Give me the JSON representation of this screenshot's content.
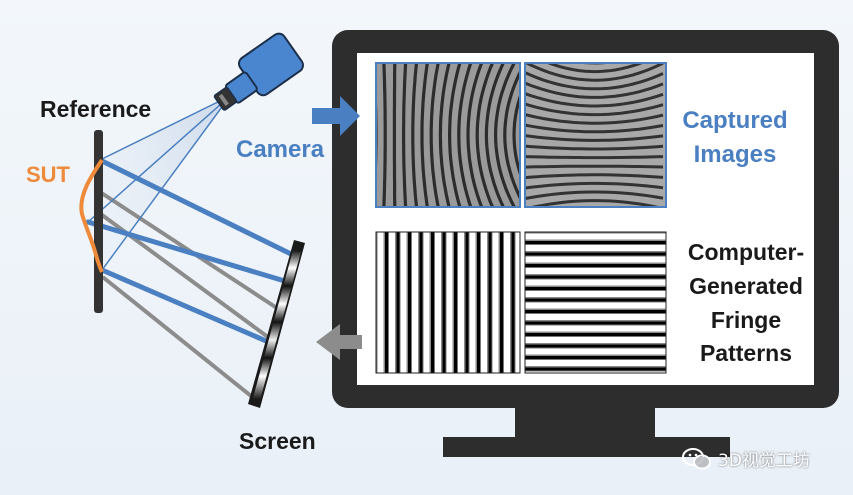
{
  "labels": {
    "reference": "Reference",
    "sut": "SUT",
    "camera": "Camera",
    "screen": "Screen",
    "captured": [
      "Captured",
      "Images"
    ],
    "generated": [
      "Computer-",
      "Generated",
      "Fringe",
      "Patterns"
    ]
  },
  "watermark": {
    "text": "3D视觉工坊"
  },
  "colors": {
    "blue": "#4a7fc1",
    "orange": "#ee8a3a",
    "dark": "#2d2d2d",
    "gray": "#8c8c8c",
    "camera_body": "#4a86d0"
  },
  "icons": {
    "camera": "camera-icon",
    "arrow_right": "arrow-right-icon",
    "arrow_left": "arrow-left-icon",
    "watermark": "wechat-icon"
  }
}
